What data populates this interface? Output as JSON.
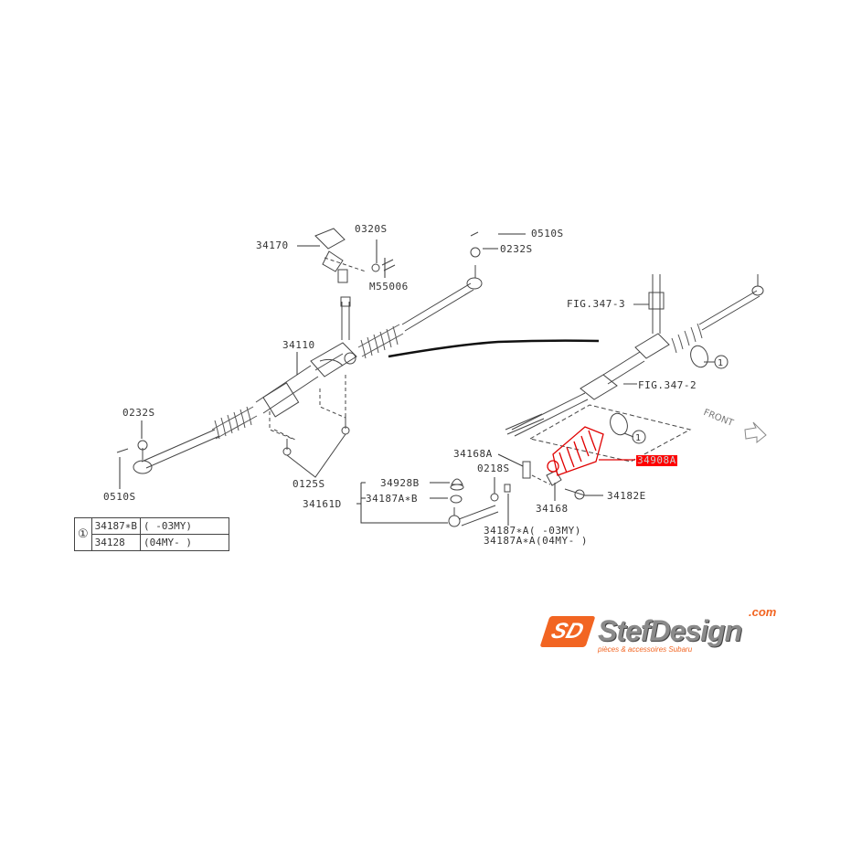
{
  "diagram": {
    "title": "Power steering gear box parts diagram",
    "highlight_color": "#ff0000",
    "labels": {
      "l34170": "34170",
      "l0320s": "0320S",
      "lm55006": "M55006",
      "l0510s_top": "0510S",
      "l0232s_top": "0232S",
      "l34110": "34110",
      "l0232s_left": "0232S",
      "l0510s_left": "0510S",
      "l0125s": "0125S",
      "l34928b": "34928B",
      "l34187axb": "34187A∗B",
      "l34161d": "34161D",
      "l34168a": "34168A",
      "l0218s": "0218S",
      "l34168": "34168",
      "l34182e": "34182E",
      "l34187xa": "34187∗A(      -03MY)",
      "l34187axa": "34187A∗A(04MY-      )",
      "l34908a": "34908A",
      "fig3473": "FIG.347-3",
      "fig3472": "FIG.347-2",
      "ref1a": "①",
      "ref1b": "①",
      "front": "FRONT"
    },
    "legend": {
      "ref": "①",
      "rows": [
        {
          "part": "34187∗B",
          "range": "(      -03MY)"
        },
        {
          "part": "34128",
          "range": "(04MY-      )"
        }
      ]
    }
  },
  "logo": {
    "mark": "SD",
    "name": "StefDesign",
    "tld": ".com",
    "tagline": "pièces & accessoires Subaru",
    "accent": "#f26522"
  }
}
